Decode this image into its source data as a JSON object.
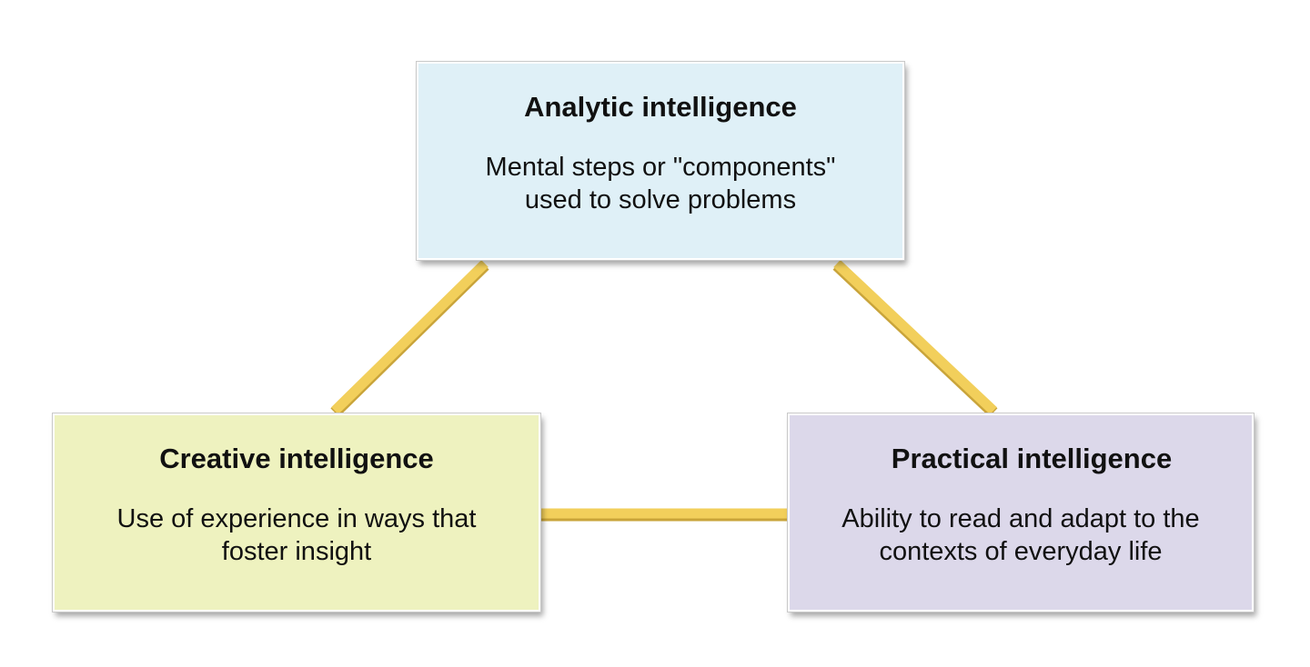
{
  "colors": {
    "connector": "#f2cf5b",
    "connector_shadow": "#c9a43a",
    "analytic_fill": "#dff0f7",
    "creative_fill": "#eef2bf",
    "practical_fill": "#dcd8ea"
  },
  "nodes": {
    "analytic": {
      "title": "Analytic intelligence",
      "description": "Mental steps or \"components\"\nused to solve problems"
    },
    "creative": {
      "title": "Creative intelligence",
      "description": "Use of experience in ways that\nfoster insight"
    },
    "practical": {
      "title": "Practical intelligence",
      "description": "Ability to read and adapt to the\ncontexts of everyday life"
    }
  }
}
